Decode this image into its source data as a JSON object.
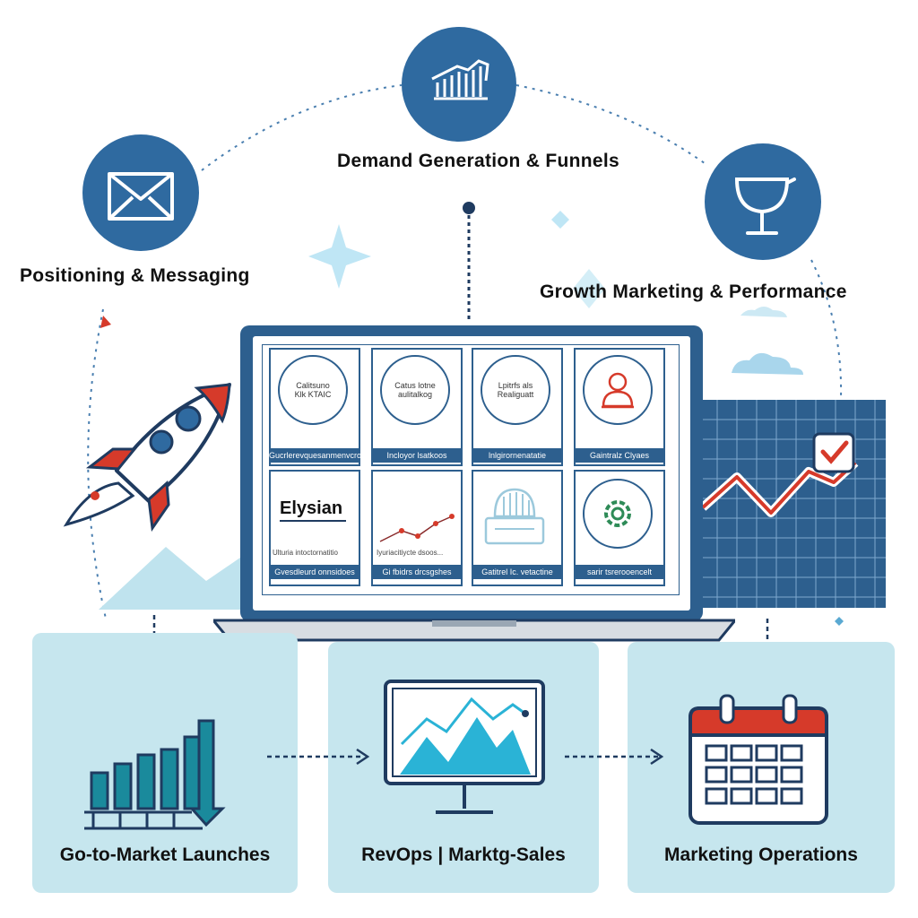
{
  "top_nodes": {
    "demand": "Demand Generation & Funnels",
    "positioning": "Positioning & Messaging",
    "growth": "Growth Marketing & Performance"
  },
  "screen": {
    "tile_1_ring": [
      "Calitsuno",
      "Klk KTAIC"
    ],
    "tile_1_caption": "Gucrlerevquesanmenvcroy",
    "tile_2_ring": [
      "Catus lotne",
      "aulitalkog"
    ],
    "tile_2_caption": "Incloyor lsatkoos",
    "tile_3_ring": [
      "Lpitrfs als",
      "Realiguatt"
    ],
    "tile_3_caption": "lnlgirornenatatie",
    "tile_4_caption": "Gaintralz Clyaes",
    "tile_5_brand": "Elysian",
    "tile_5_note": "Ulturia intoctornatitio",
    "tile_5_caption": "Gvesdleurd onnsidoes",
    "tile_6_note": "Iyuriacitiycte dsoos...",
    "tile_6_caption": "Gi fbidrs drcsgshes",
    "tile_7_caption": "Gatitrel Ic. vetactine",
    "tile_8_caption": "sarir tsrerooencelt"
  },
  "bottom_panels": {
    "gtm": "Go-to-Market Launches",
    "revops": "RevOps | Marktg-Sales",
    "ops": "Marketing Operations"
  },
  "colors": {
    "primary_blue": "#2f6aa0",
    "navy": "#1f3b60",
    "panel_bg": "#c6e6ee",
    "accent_red": "#d63a2a",
    "teal": "#1a8a9c",
    "sky": "#2ab3d6"
  },
  "icons": {
    "demand": "funnel-chart-icon",
    "positioning": "envelope-icon",
    "growth": "trophy-icon",
    "gtm": "bar-chart-icon",
    "revops": "monitor-chart-icon",
    "ops": "calendar-icon",
    "rocket": "rocket-icon",
    "check": "checkmark-icon"
  }
}
